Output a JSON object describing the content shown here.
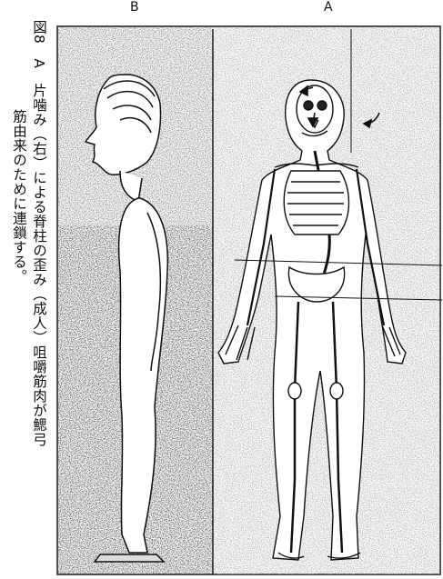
{
  "figure": {
    "label_b": "B",
    "label_a": "A"
  },
  "caption": {
    "column_1": "図8　A　片噛み（右）による脊柱の歪み（成人）咀嚼筋肉が鰓弓",
    "column_2": "筋由来のために連鎖する。"
  }
}
